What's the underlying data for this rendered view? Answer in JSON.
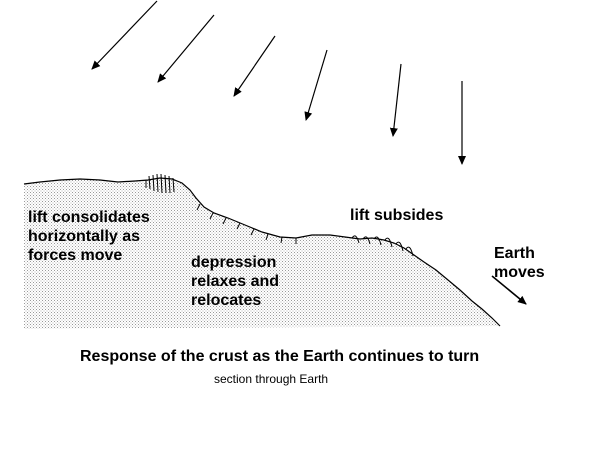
{
  "labels": {
    "lift_consolidates": [
      "lift consolidates",
      "horizontally as",
      "forces move"
    ],
    "depression": [
      "depression",
      "relaxes and",
      "relocates"
    ],
    "lift_subsides": "lift subsides",
    "earth_moves": [
      "Earth",
      "moves"
    ]
  },
  "caption": "Response of the crust as the Earth continues to turn",
  "subcaption": "section through Earth",
  "colors": {
    "crust_fill": "#e6e6e6",
    "ink": "#000000"
  }
}
